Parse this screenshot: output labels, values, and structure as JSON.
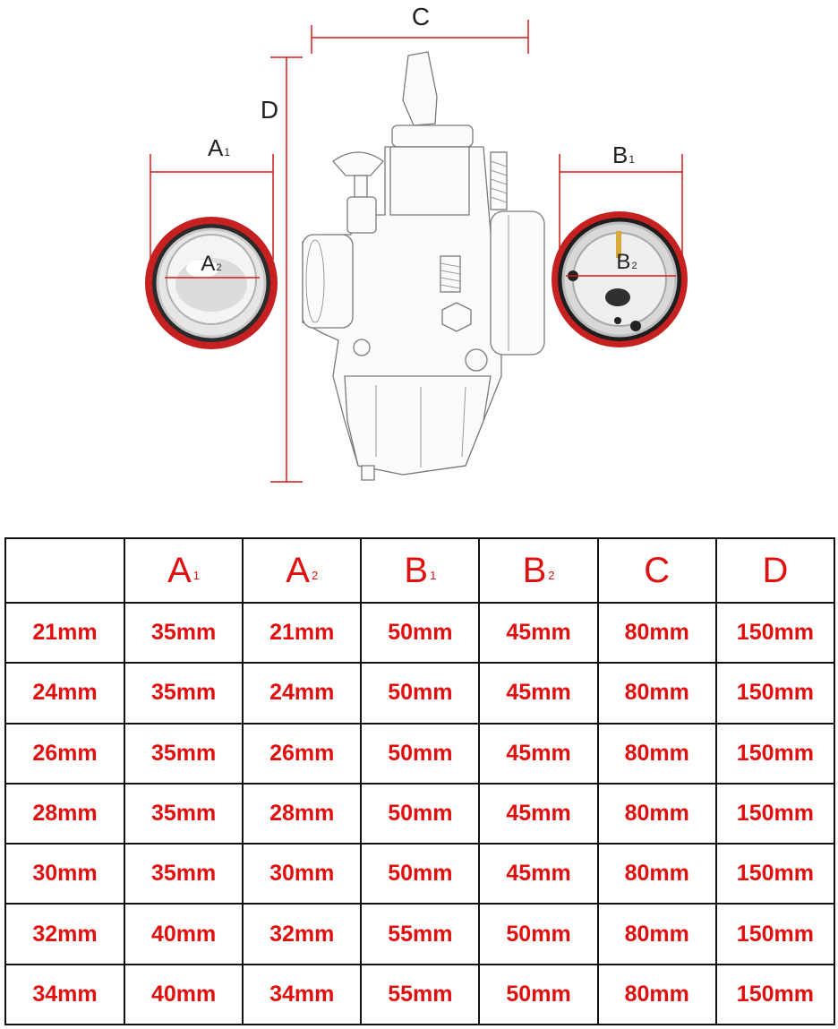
{
  "diagram": {
    "labels": {
      "c": "C",
      "d": "D",
      "a1": {
        "main": "A",
        "sub": "1"
      },
      "a2": {
        "main": "A",
        "sub": "2"
      },
      "b1": {
        "main": "B",
        "sub": "1"
      },
      "b2": {
        "main": "B",
        "sub": "2"
      }
    },
    "colors": {
      "dimension_line": "#d01a1a",
      "ring_red": "#c62020",
      "table_text": "#e01010"
    }
  },
  "table": {
    "headers": [
      {
        "main": "",
        "sub": ""
      },
      {
        "main": "A",
        "sub": "1"
      },
      {
        "main": "A",
        "sub": "2"
      },
      {
        "main": "B",
        "sub": "1"
      },
      {
        "main": "B",
        "sub": "2"
      },
      {
        "main": "C",
        "sub": ""
      },
      {
        "main": "D",
        "sub": ""
      }
    ],
    "rows": [
      [
        "21mm",
        "35mm",
        "21mm",
        "50mm",
        "45mm",
        "80mm",
        "150mm"
      ],
      [
        "24mm",
        "35mm",
        "24mm",
        "50mm",
        "45mm",
        "80mm",
        "150mm"
      ],
      [
        "26mm",
        "35mm",
        "26mm",
        "50mm",
        "45mm",
        "80mm",
        "150mm"
      ],
      [
        "28mm",
        "35mm",
        "28mm",
        "50mm",
        "45mm",
        "80mm",
        "150mm"
      ],
      [
        "30mm",
        "35mm",
        "30mm",
        "50mm",
        "45mm",
        "80mm",
        "150mm"
      ],
      [
        "32mm",
        "40mm",
        "32mm",
        "55mm",
        "50mm",
        "80mm",
        "150mm"
      ],
      [
        "34mm",
        "40mm",
        "34mm",
        "55mm",
        "50mm",
        "80mm",
        "150mm"
      ]
    ]
  }
}
